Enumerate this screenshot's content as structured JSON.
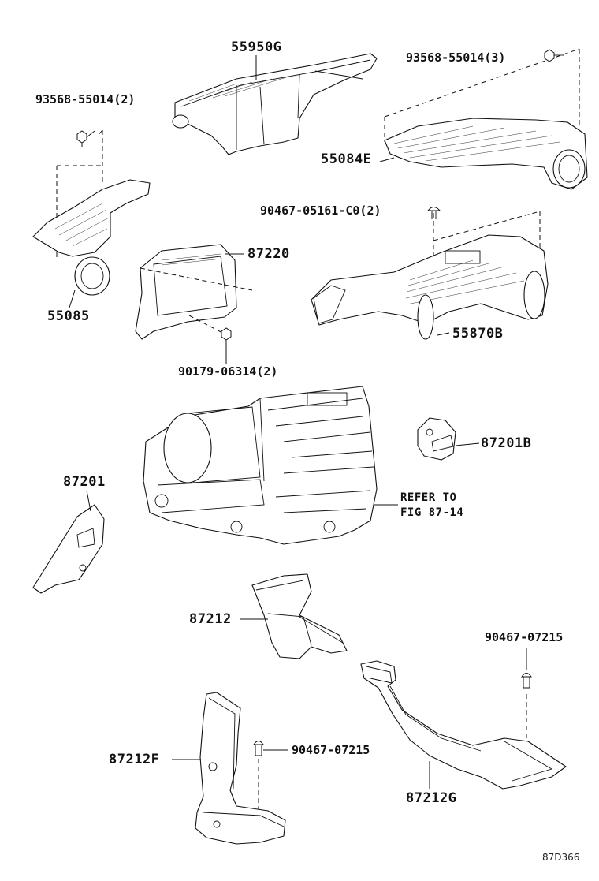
{
  "diagram": {
    "parts": {
      "p55950G": "55950G",
      "p93568_55014_3": "93568-55014(3)",
      "p93568_55014_2": "93568-55014(2)",
      "p55084E": "55084E",
      "p90467_05161": "90467-05161-C0(2)",
      "p87220": "87220",
      "p55085": "55085",
      "p55870B": "55870B",
      "p90179_06314": "90179-06314(2)",
      "p87201B": "87201B",
      "p87201": "87201",
      "refer_line1": "REFER TO",
      "refer_line2": "FIG 87-14",
      "p87212": "87212",
      "p90467_07215_a": "90467-07215",
      "p87212F": "87212F",
      "p90467_07215_b": "90467-07215",
      "p87212G": "87212G"
    },
    "drawing_code": "87D366"
  }
}
